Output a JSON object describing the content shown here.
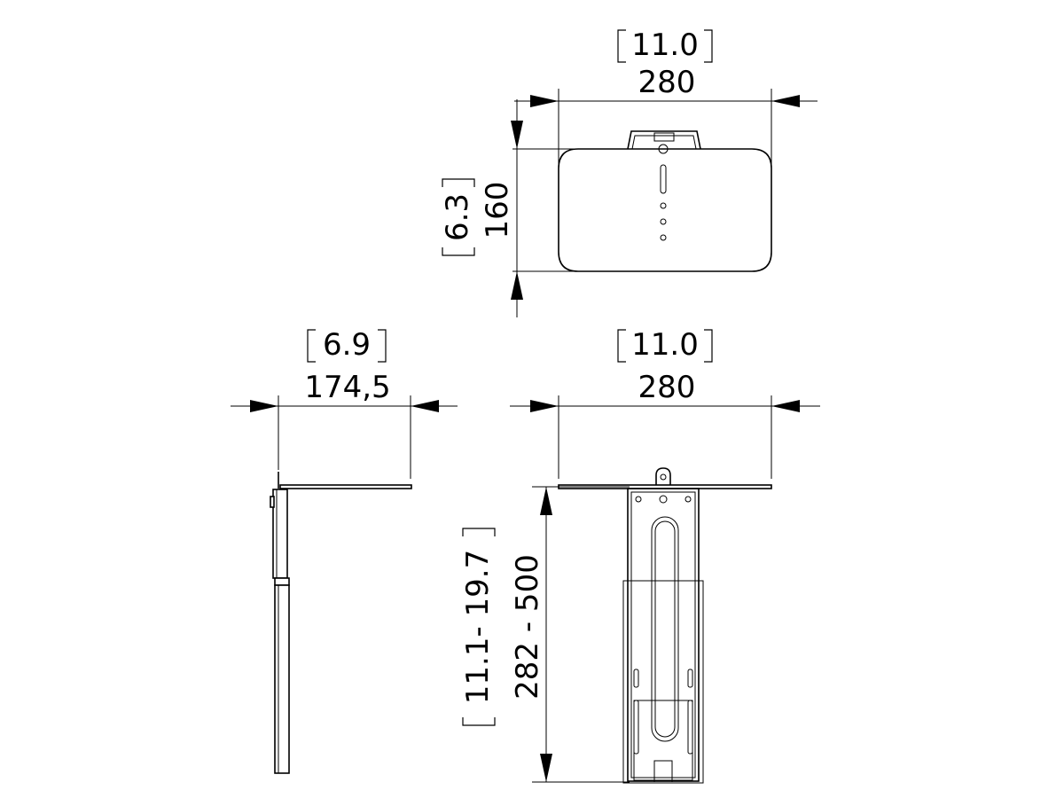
{
  "top_view": {
    "width_inch": "11.0",
    "width_mm": "280",
    "height_inch": "6.3",
    "height_mm": "160"
  },
  "side_view": {
    "depth_inch": "6.9",
    "depth_mm": "174,5"
  },
  "front_view": {
    "width_inch": "11.0",
    "width_mm": "280",
    "height_inch": "11.1- 19.7",
    "height_mm": "282 - 500"
  }
}
